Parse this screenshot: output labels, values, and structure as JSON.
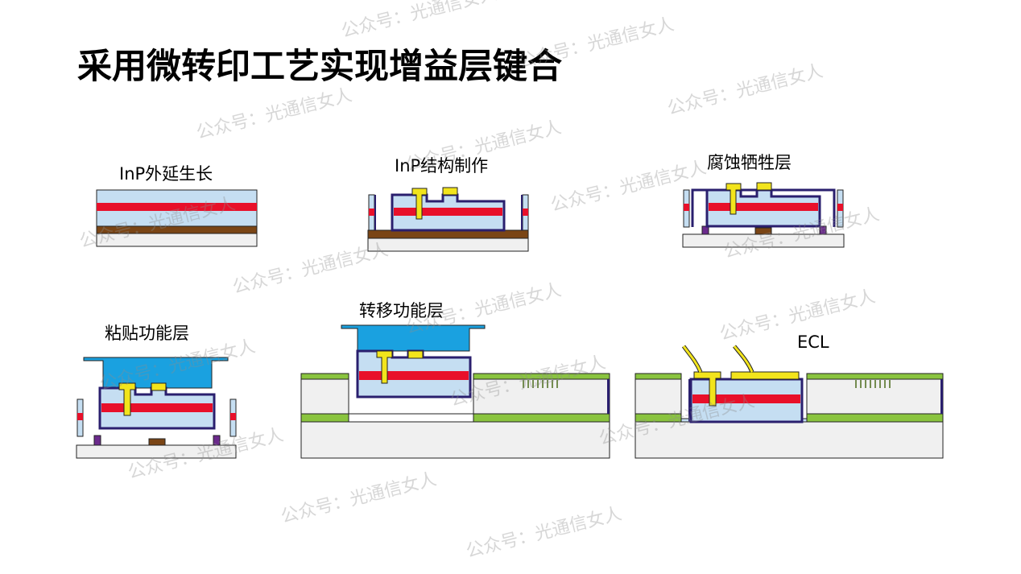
{
  "title": "采用微转印工艺实现增益层键合",
  "steps": [
    {
      "label": "InP外延生长"
    },
    {
      "label": "InP结构制作"
    },
    {
      "label": "腐蚀牺牲层"
    },
    {
      "label": "粘贴功能层"
    },
    {
      "label": "转移功能层"
    },
    {
      "label": "ECL"
    }
  ],
  "watermark": "公众号：光通信女人",
  "colors": {
    "inp": "#c5def2",
    "active": "#e8102a",
    "sacrificial": "#7a4515",
    "substrate": "#f0f0f0",
    "passivation": "#2a1f6e",
    "metal": "#f2e41c",
    "stamp": "#1aa1e0",
    "waveguide": "#8ac43f",
    "purple": "#6b2a8c",
    "outline": "#222222"
  }
}
